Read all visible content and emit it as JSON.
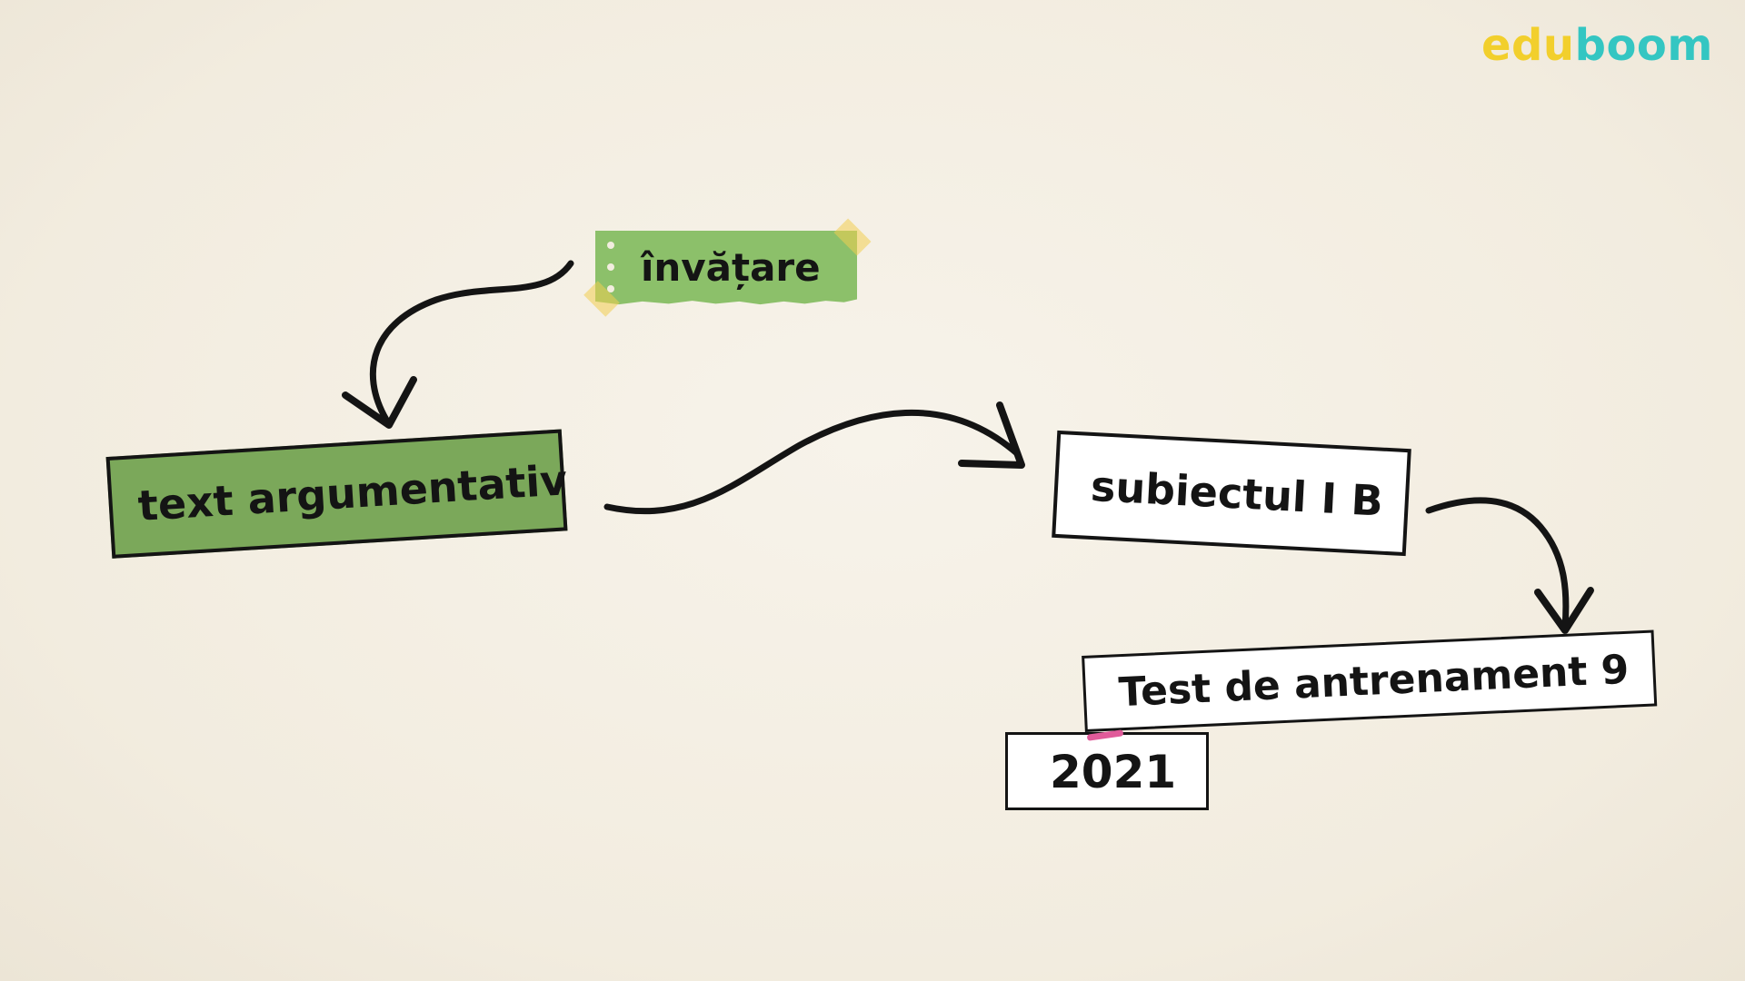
{
  "brand": {
    "logo_part1": "edu",
    "logo_part2": "boom",
    "colors": {
      "yellow": "#f2cf2c",
      "teal": "#34c6c2"
    }
  },
  "nodes": {
    "invatare": "învățare",
    "text_argumentativ": "text argumentativ",
    "subiectul": "subiectul I B",
    "test": "Test de antrenament 9",
    "year": "2021"
  },
  "colors": {
    "background": "#f4efe3",
    "green_light": "#8cc06a",
    "green_dark": "#7ba85a",
    "ink": "#141414",
    "tape": "#f0cd50",
    "pink_marker": "#e05b9a"
  }
}
